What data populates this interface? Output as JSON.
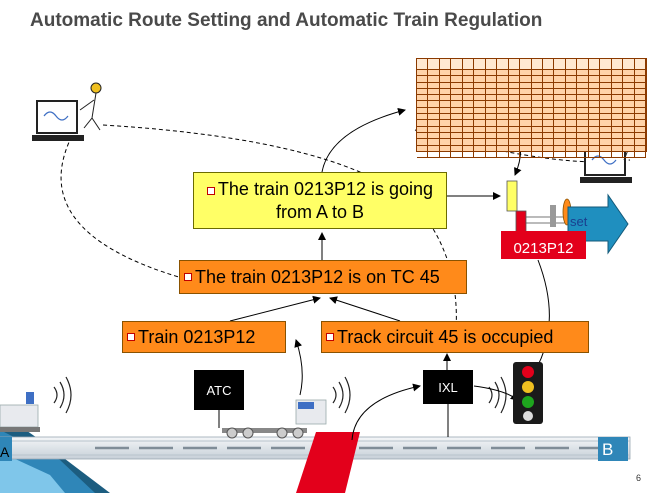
{
  "title": "Automatic Route Setting and Automatic Train Regulation",
  "boxes": {
    "going": "The train 0213P12 is going from A to B",
    "tc45": "The train 0213P12 is on TC 45",
    "train": "Train  0213P12",
    "track": "Track circuit 45 is occupied"
  },
  "labels": {
    "atc": "ATC",
    "ixl": "IXL",
    "train_tag": "0213P12",
    "set": "set",
    "endpoint_a": "A",
    "endpoint_b": "B"
  },
  "page_number": "6",
  "colors": {
    "orange_box": "#ff8a1a",
    "yellow_box": "#ffff66",
    "tag_red": "#e3001b",
    "set_arrow": "#1f8fbf",
    "track_red": "#e3001b",
    "title_gray": "#4a4a4a"
  },
  "icons": [
    "workstation-icon",
    "operator-icon",
    "traffic-light-icon",
    "route-set-signal-icon",
    "train-bogie-icon",
    "radio-antenna-icon"
  ]
}
